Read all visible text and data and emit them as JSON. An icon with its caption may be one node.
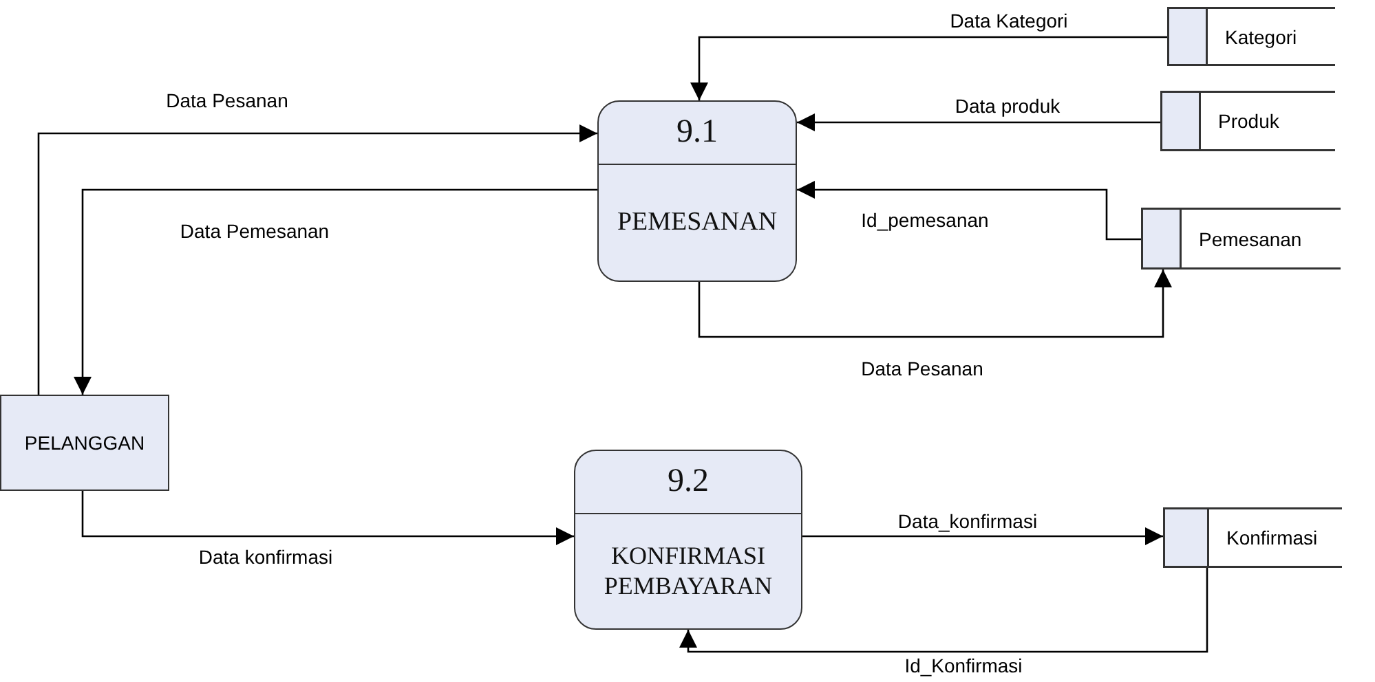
{
  "diagram": {
    "nodes": [
      {
        "text": [
          "9.1",
          "PEMESANAN"
        ]
      },
      {
        "text": [
          "Kategori"
        ]
      },
      {
        "text": [
          "Produk"
        ]
      },
      {
        "text": [
          "Pemesanan"
        ]
      },
      {
        "text": [
          "PELANGGAN"
        ]
      },
      {
        "text": [
          "9.2",
          "KONFIRMASI PEMBAYARAN"
        ]
      },
      {
        "text": [
          "Konfirmasi"
        ]
      }
    ],
    "edges": [
      {
        "from": 1,
        "to": 0,
        "arrow": "to",
        "label": "Data Kategori"
      },
      {
        "from": 2,
        "to": 0,
        "arrow": "to",
        "label": "Data produk"
      },
      {
        "from": 3,
        "to": 0,
        "arrow": "to",
        "label": "Id_pemesanan"
      },
      {
        "from": 0,
        "to": 3,
        "arrow": "to",
        "label": "Data Pesanan"
      },
      {
        "from": 4,
        "to": 0,
        "arrow": "to",
        "label": "Data Pesanan"
      },
      {
        "from": 0,
        "to": 4,
        "arrow": "to",
        "label": "Data Pemesanan"
      },
      {
        "from": 4,
        "to": 5,
        "arrow": "to",
        "label": "Data konfirmasi"
      },
      {
        "from": 5,
        "to": 6,
        "arrow": "to",
        "label": "Data_konfirmasi"
      },
      {
        "from": 6,
        "to": 5,
        "arrow": "to",
        "label": "Id_Konfirmasi"
      }
    ]
  }
}
